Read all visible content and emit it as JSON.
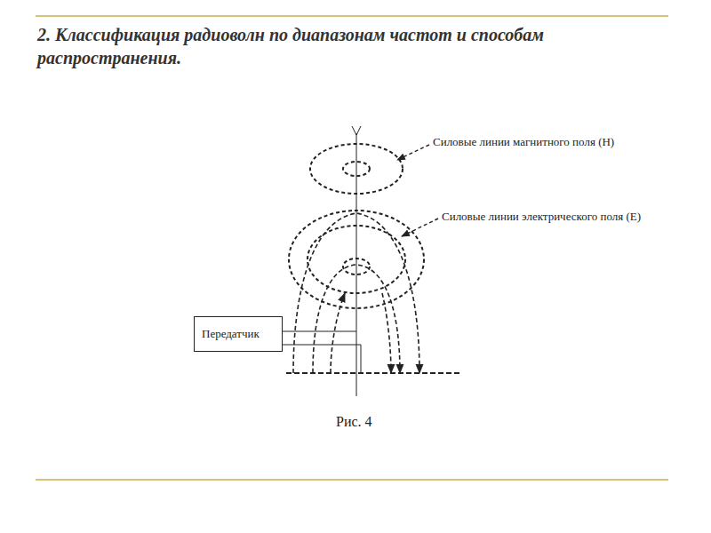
{
  "diagram": {
    "title": "2. Классификация радиоволн по диапазонам частот и способам распространения.",
    "caption": "Рис. 4",
    "nodes": [
      {
        "text": [
          "Передатчик"
        ]
      }
    ],
    "labels": [
      "Силовые линии магнитного поля (Н)",
      "Силовые линии электрического поля (Е)"
    ]
  }
}
